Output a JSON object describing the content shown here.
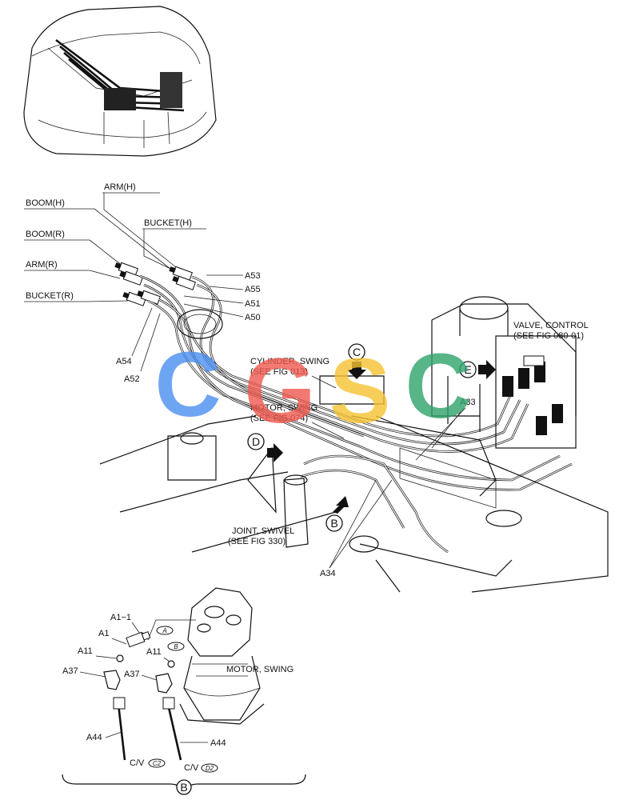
{
  "hose_labels": {
    "arm_h": "ARM(H)",
    "boom_h": "BOOM(H)",
    "bucket_h": "BUCKET(H)",
    "boom_r": "BOOM(R)",
    "arm_r": "ARM(R)",
    "bucket_r": "BUCKET(R)"
  },
  "part_numbers": {
    "a53": "A53",
    "a55": "A55",
    "a51": "A51",
    "a50": "A50",
    "a54": "A54",
    "a52": "A52",
    "a33": "A33",
    "a34": "A34"
  },
  "references": {
    "cylinder_swing": [
      "CYLINDER, SWING",
      "(SEE FIG 013)"
    ],
    "motor_swing_ref": [
      "MOTOR, SWING",
      "(SEE FIG 074)"
    ],
    "joint_swivel": [
      "JOINT, SWIVEL",
      "(SEE FIG 330)"
    ],
    "valve_control": [
      "VALVE, CONTROL",
      "(SEE FIG 080-01)"
    ]
  },
  "callouts": {
    "c": "C",
    "d": "D",
    "e": "E",
    "b": "B",
    "b_bottom": "B"
  },
  "detail_b": {
    "a1_1": "A1−1",
    "a1": "A1",
    "a11_left": "A11",
    "a11_right": "A11",
    "a37_left": "A37",
    "a37_right": "A37",
    "a44_left": "A44",
    "a44_right": "A44",
    "motor_swing": "MOTOR, SWING",
    "port_a": "A",
    "port_b": "B",
    "cv_left": "C/V",
    "cv_right": "C/V",
    "c2": "C2",
    "d2": "D2"
  },
  "watermark": {
    "letters": [
      "C",
      "G",
      "S",
      "C"
    ],
    "colors": [
      "#4a8ff0",
      "#ef5a4f",
      "#f6c330",
      "#2fa36b"
    ]
  }
}
